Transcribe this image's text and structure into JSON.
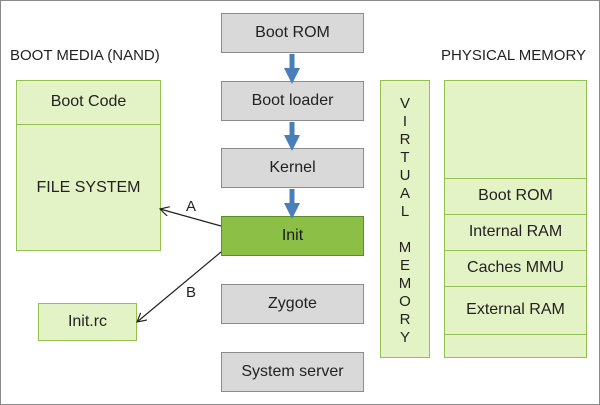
{
  "boot_media": {
    "title": "BOOT MEDIA (NAND)",
    "boot_code": "Boot Code",
    "file_system": "FILE SYSTEM",
    "init_rc": "Init.rc"
  },
  "sequence": {
    "boot_rom": "Boot ROM",
    "boot_loader": "Boot loader",
    "kernel": "Kernel",
    "init": "Init",
    "zygote": "Zygote",
    "system_server": "System server"
  },
  "arrows": {
    "a_label": "A",
    "b_label": "B"
  },
  "virtual_memory": {
    "letters": [
      "V",
      "I",
      "R",
      "T",
      "U",
      "A",
      "L",
      "",
      "M",
      "E",
      "M",
      "O",
      "R",
      "Y"
    ]
  },
  "physical_memory": {
    "title": "PHYSICAL MEMORY",
    "regions": [
      "Boot ROM",
      "Internal RAM",
      "Caches MMU",
      "External RAM"
    ]
  },
  "colors": {
    "gray_box": "#d9d9d9",
    "green_light": "#e4f3c5",
    "green_dark": "#8cbf45",
    "arrow_blue": "#4a7ebb"
  }
}
